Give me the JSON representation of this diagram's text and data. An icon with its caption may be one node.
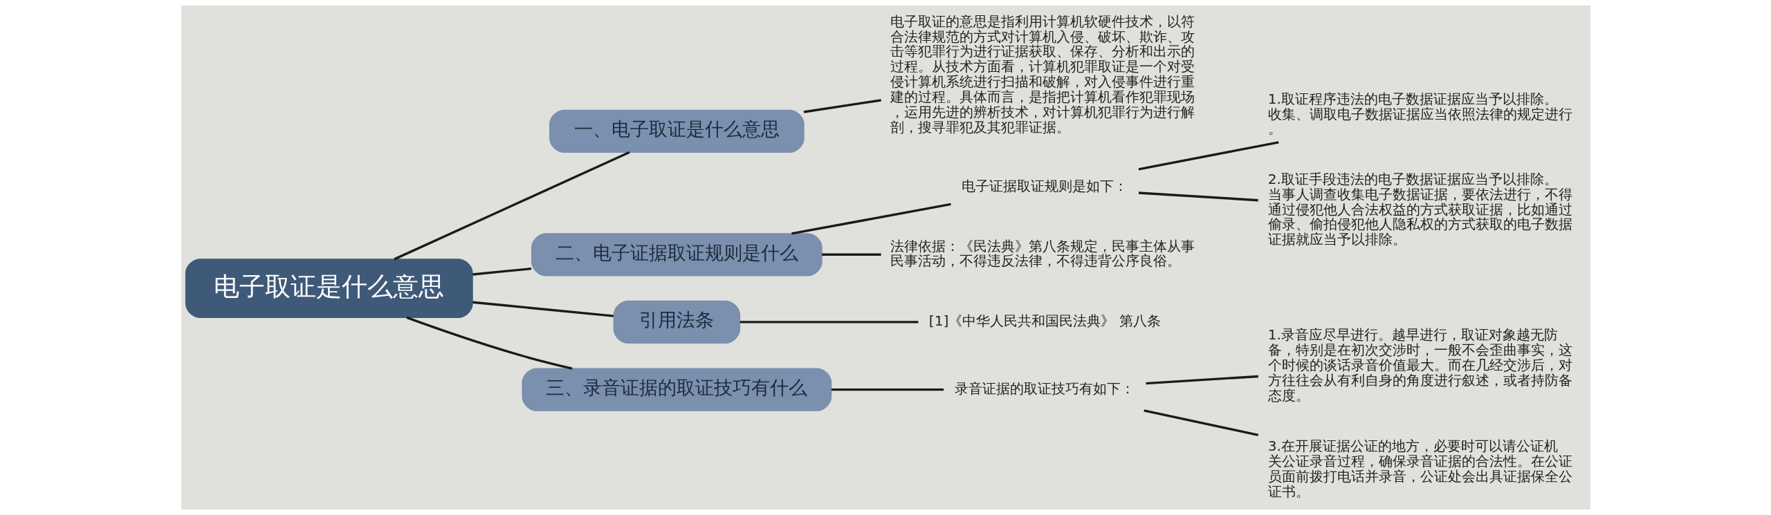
{
  "diagram": {
    "nodes": [
      {
        "text": [
          "电子取证是什么意思"
        ]
      },
      {
        "text": [
          "一、电子取证是什么意思"
        ]
      },
      {
        "text": [
          "电子取证的意思是指利用计算机软硬件技术，以符合法律规范的方式对计算机入侵、破坏、欺诈、攻击等犯罪行为进行证据获取、保存、分析和出示的过程。从技术方面看，计算机犯罪取证是一个对受侵计算机系统进行扫描和破解，对入侵事件进行重建的过程。具体而言，是指把计算机看作犯罪现场，运用先进的辨析技术，对计算机犯罪行为进行解剖，搜寻罪犯及其犯罪证据。"
        ]
      },
      {
        "text": [
          "二、电子证据取证规则是什么"
        ]
      },
      {
        "text": [
          "电子证据取证规则是如下："
        ]
      },
      {
        "text": [
          "1.取证程序违法的电子数据证据应当予以排除。收集、调取电子数据证据应当依照法律的规定进行。"
        ]
      },
      {
        "text": [
          "2.取证手段违法的电子数据证据应当予以排除。当事人调查收集电子数据证据，要依法进行，不得通过侵犯他人合法权益的方式获取证据，比如通过偷录、偷拍侵犯他人隐私权的方式获取的电子数据证据就应当予以排除。"
        ]
      },
      {
        "text": [
          "法律依据：《民法典》第八条规定，民事主体从事民事活动，不得违反法律，不得违背公序良俗。"
        ]
      },
      {
        "text": [
          "引用法条"
        ]
      },
      {
        "text": [
          "[1]《中华人民共和国民法典》 第八条"
        ]
      },
      {
        "text": [
          "三、录音证据的取证技巧有什么"
        ]
      },
      {
        "text": [
          "录音证据的取证技巧有如下："
        ]
      },
      {
        "text": [
          "1.录音应尽早进行。越早进行，取证对象越无防备，特别是在初次交涉时，一般不会歪曲事实，这个时候的谈话录音价值最大。而在几经交涉后，对方往往会从有利自身的角度进行叙述，或者持防备态度。"
        ]
      },
      {
        "text": [
          "3.在开展证据公证的地方，必要时可以请公证机关公证录音过程，确保录音证据的合法性。在公证员面前拨打电话并录音，公证处会出具证据保全公证书。"
        ]
      }
    ],
    "edges": [
      {
        "from": 0,
        "to": 1,
        "arrow": "none"
      },
      {
        "from": 1,
        "to": 2,
        "arrow": "none"
      },
      {
        "from": 0,
        "to": 3,
        "arrow": "none"
      },
      {
        "from": 3,
        "to": 4,
        "arrow": "none"
      },
      {
        "from": 4,
        "to": 5,
        "arrow": "none"
      },
      {
        "from": 4,
        "to": 6,
        "arrow": "none"
      },
      {
        "from": 3,
        "to": 7,
        "arrow": "none"
      },
      {
        "from": 0,
        "to": 8,
        "arrow": "none"
      },
      {
        "from": 8,
        "to": 9,
        "arrow": "none"
      },
      {
        "from": 0,
        "to": 10,
        "arrow": "none"
      },
      {
        "from": 10,
        "to": 11,
        "arrow": "none"
      },
      {
        "from": 11,
        "to": 12,
        "arrow": "none"
      },
      {
        "from": 11,
        "to": 13,
        "arrow": "none"
      }
    ]
  }
}
